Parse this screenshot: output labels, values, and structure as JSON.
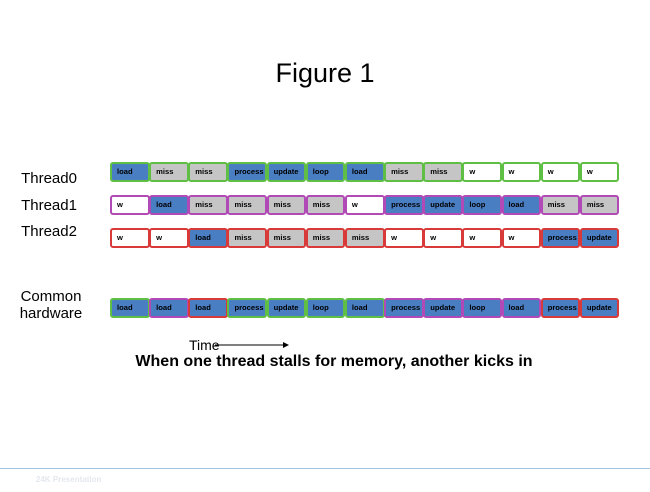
{
  "title": "Figure 1",
  "colors": {
    "thread0_border": "#5fbf44",
    "thread1_border": "#b14ab6",
    "thread2_border": "#d83a3a",
    "load_fill": "#4a7ec3",
    "miss_fill": "#c5c5c5",
    "wait_fill": "#ffffff"
  },
  "rows": [
    {
      "label": "Thread0",
      "cells": [
        {
          "text": "load",
          "fill": "load",
          "owner": 0
        },
        {
          "text": "miss",
          "fill": "miss",
          "owner": 0
        },
        {
          "text": "miss",
          "fill": "miss",
          "owner": 0
        },
        {
          "text": "process",
          "fill": "load",
          "owner": 0
        },
        {
          "text": "update",
          "fill": "load",
          "owner": 0
        },
        {
          "text": "loop",
          "fill": "load",
          "owner": 0
        },
        {
          "text": "load",
          "fill": "load",
          "owner": 0
        },
        {
          "text": "miss",
          "fill": "miss",
          "owner": 0
        },
        {
          "text": "miss",
          "fill": "miss",
          "owner": 0
        },
        {
          "text": "w",
          "fill": "w",
          "owner": 0
        },
        {
          "text": "w",
          "fill": "w",
          "owner": 0
        },
        {
          "text": "w",
          "fill": "w",
          "owner": 0
        },
        {
          "text": "w",
          "fill": "w",
          "owner": 0
        }
      ]
    },
    {
      "label": "Thread1",
      "cells": [
        {
          "text": "w",
          "fill": "w",
          "owner": 1
        },
        {
          "text": "load",
          "fill": "load",
          "owner": 1
        },
        {
          "text": "miss",
          "fill": "miss",
          "owner": 1
        },
        {
          "text": "miss",
          "fill": "miss",
          "owner": 1
        },
        {
          "text": "miss",
          "fill": "miss",
          "owner": 1
        },
        {
          "text": "miss",
          "fill": "miss",
          "owner": 1
        },
        {
          "text": "w",
          "fill": "w",
          "owner": 1
        },
        {
          "text": "process",
          "fill": "load",
          "owner": 1
        },
        {
          "text": "update",
          "fill": "load",
          "owner": 1
        },
        {
          "text": "loop",
          "fill": "load",
          "owner": 1
        },
        {
          "text": "load",
          "fill": "load",
          "owner": 1
        },
        {
          "text": "miss",
          "fill": "miss",
          "owner": 1
        },
        {
          "text": "miss",
          "fill": "miss",
          "owner": 1
        }
      ]
    },
    {
      "label": "Thread2",
      "cells": [
        {
          "text": "w",
          "fill": "w",
          "owner": 2
        },
        {
          "text": "w",
          "fill": "w",
          "owner": 2
        },
        {
          "text": "load",
          "fill": "load",
          "owner": 2
        },
        {
          "text": "miss",
          "fill": "miss",
          "owner": 2
        },
        {
          "text": "miss",
          "fill": "miss",
          "owner": 2
        },
        {
          "text": "miss",
          "fill": "miss",
          "owner": 2
        },
        {
          "text": "miss",
          "fill": "miss",
          "owner": 2
        },
        {
          "text": "w",
          "fill": "w",
          "owner": 2
        },
        {
          "text": "w",
          "fill": "w",
          "owner": 2
        },
        {
          "text": "w",
          "fill": "w",
          "owner": 2
        },
        {
          "text": "w",
          "fill": "w",
          "owner": 2
        },
        {
          "text": "process",
          "fill": "load",
          "owner": 2
        },
        {
          "text": "update",
          "fill": "load",
          "owner": 2
        }
      ]
    },
    {
      "label": "Common hardware",
      "cells": [
        {
          "text": "load",
          "fill": "load",
          "owner": 0
        },
        {
          "text": "load",
          "fill": "load",
          "owner": 1
        },
        {
          "text": "load",
          "fill": "load",
          "owner": 2
        },
        {
          "text": "process",
          "fill": "load",
          "owner": 0
        },
        {
          "text": "update",
          "fill": "load",
          "owner": 0
        },
        {
          "text": "loop",
          "fill": "load",
          "owner": 0
        },
        {
          "text": "load",
          "fill": "load",
          "owner": 0
        },
        {
          "text": "process",
          "fill": "load",
          "owner": 1
        },
        {
          "text": "update",
          "fill": "load",
          "owner": 1
        },
        {
          "text": "loop",
          "fill": "load",
          "owner": 1
        },
        {
          "text": "load",
          "fill": "load",
          "owner": 1
        },
        {
          "text": "process",
          "fill": "load",
          "owner": 2
        },
        {
          "text": "update",
          "fill": "load",
          "owner": 2
        }
      ]
    }
  ],
  "time_label": "Time",
  "caption": "When one thread stalls for memory, another kicks in",
  "footer": "24K Presentation"
}
